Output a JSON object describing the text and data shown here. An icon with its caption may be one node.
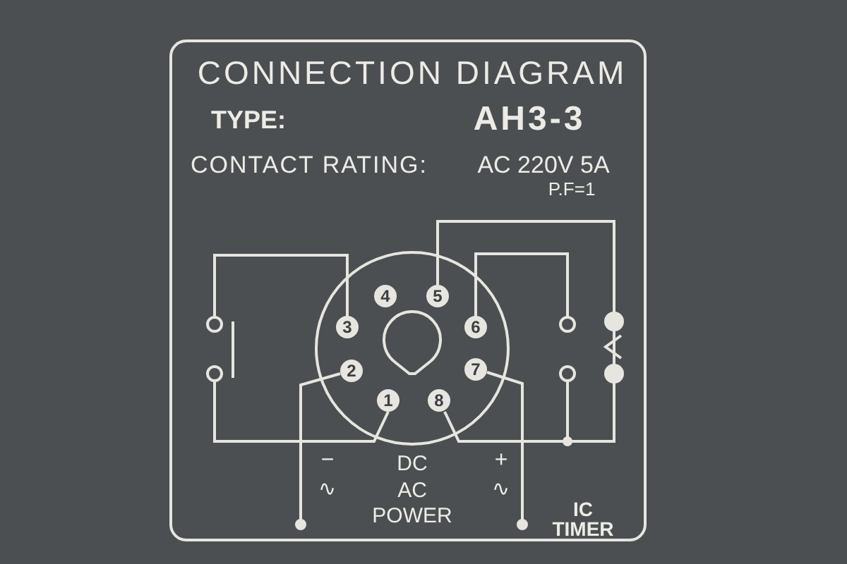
{
  "diagram": {
    "title": "CONNECTION DIAGRAM",
    "labels": [
      "TYPE:",
      "AH3-3",
      "CONTACT RATING:",
      "AC 220V 5A",
      "P.F=1",
      "4",
      "5",
      "3",
      "6",
      "2",
      "7",
      "1",
      "8",
      "−",
      "DC",
      "+",
      "∿",
      "AC",
      "∿",
      "POWER",
      "IC TIMER"
    ]
  }
}
